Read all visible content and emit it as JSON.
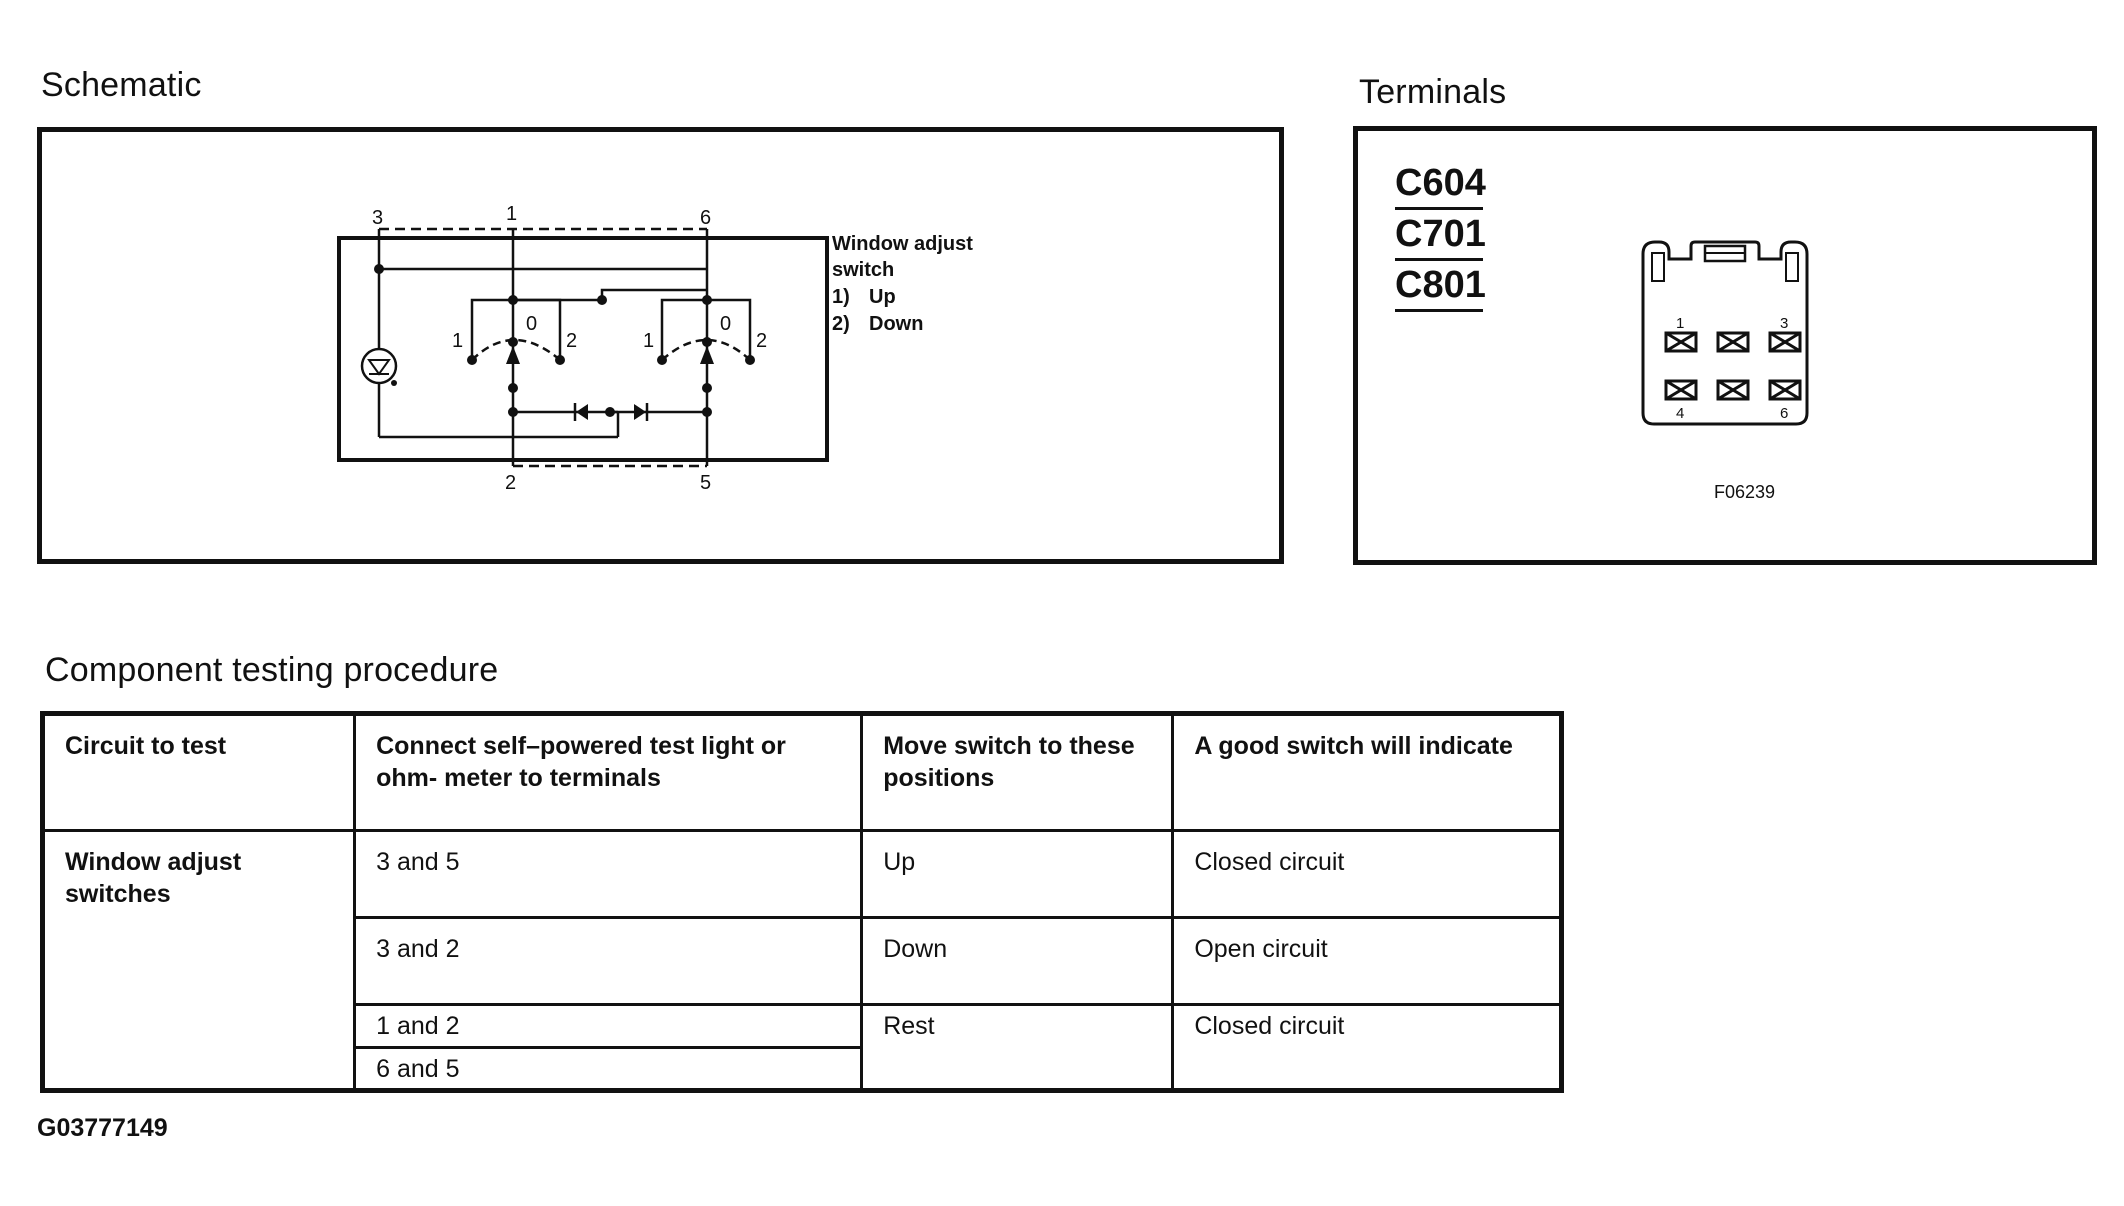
{
  "schematic": {
    "heading": "Schematic",
    "terminal_labels": [
      "3",
      "1",
      "6",
      "2",
      "5"
    ],
    "position_labels": [
      "1",
      "0",
      "2",
      "1",
      "0",
      "2"
    ],
    "legend": {
      "line1": "Window adjust",
      "line2": "switch",
      "item1_num": "1)",
      "item1_text": "Up",
      "item2_num": "2)",
      "item2_text": "Down"
    }
  },
  "terminals": {
    "heading": "Terminals",
    "connectors": [
      "C604",
      "C701",
      "C801"
    ],
    "pin_labels": [
      "1",
      "3",
      "4",
      "6"
    ],
    "figure_code": "F06239"
  },
  "procedure": {
    "heading": "Component testing procedure",
    "columns": [
      "Circuit to test",
      "Connect self–powered test light or ohm- meter to terminals",
      "Move switch to these positions",
      "A good switch will indicate"
    ],
    "circuit": "Window adjust switches",
    "rows": [
      {
        "terminals": "3 and 5",
        "position": "Up",
        "indication": "Closed circuit"
      },
      {
        "terminals": "3 and 2",
        "position": "Down",
        "indication": "Open circuit"
      },
      {
        "terminals": "1 and 2",
        "position": "Rest",
        "indication": "Closed circuit"
      },
      {
        "terminals": "6 and 5"
      }
    ]
  },
  "figure_id": "G03777149"
}
